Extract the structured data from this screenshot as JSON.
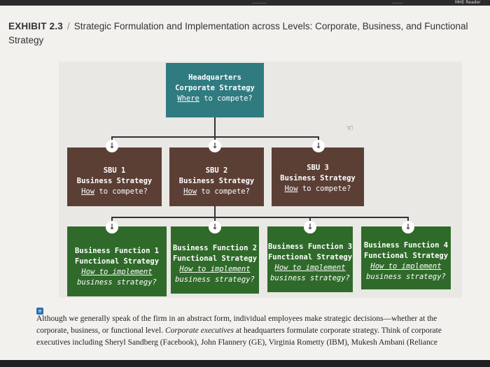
{
  "topbar": {
    "items": [
      "",
      "",
      "...........",
      "........",
      "MHE Reader"
    ]
  },
  "heading": {
    "exhibit": "EXHIBIT 2.3",
    "title": "Strategic Formulation and Implementation across Levels: Corporate, Business, and Functional Strategy"
  },
  "hq": {
    "name": "Headquarters",
    "strategy": "Corporate Strategy",
    "q_prefix": "Where",
    "q_rest": " to compete?"
  },
  "sbus": [
    {
      "name": "SBU 1",
      "strategy": "Business Strategy",
      "q_prefix": "How",
      "q_rest": " to compete?"
    },
    {
      "name": "SBU 2",
      "strategy": "Business Strategy",
      "q_prefix": "How",
      "q_rest": " to compete?"
    },
    {
      "name": "SBU 3",
      "strategy": "Business Strategy",
      "q_prefix": "How",
      "q_rest": " to compete?"
    }
  ],
  "functions": [
    {
      "name": "Business Function 1",
      "strategy": "Functional Strategy",
      "q_line1": "How to implement",
      "q_line2": "business strategy?"
    },
    {
      "name": "Business Function 2",
      "strategy": "Functional Strategy",
      "q_line1": "How to implement",
      "q_line2": "business strategy?"
    },
    {
      "name": "Business Function 3",
      "strategy": "Functional Strategy",
      "q_line1": "How to implement",
      "q_line2": "business strategy?"
    },
    {
      "name": "Business Function 4",
      "strategy": "Functional Strategy",
      "q_line1": "How to implement",
      "q_line2": "business strategy?"
    }
  ],
  "arrow_glyph": "↓",
  "paragraph": {
    "p1": "Although we generally speak of the firm in an abstract form, individual employees make strategic decisions—whether at the corporate, business, or functional level. ",
    "p2": "Corporate executives",
    "p3": " at headquarters formulate corporate strategy. Think of corporate executives including Sheryl Sandberg (Facebook), John Flannery (GE), Virginia Rometty (IBM), Mukesh Ambani (Reliance"
  },
  "colors": {
    "hq": "#2f7b80",
    "sbu": "#5b3f35",
    "function": "#2f6a2a"
  }
}
